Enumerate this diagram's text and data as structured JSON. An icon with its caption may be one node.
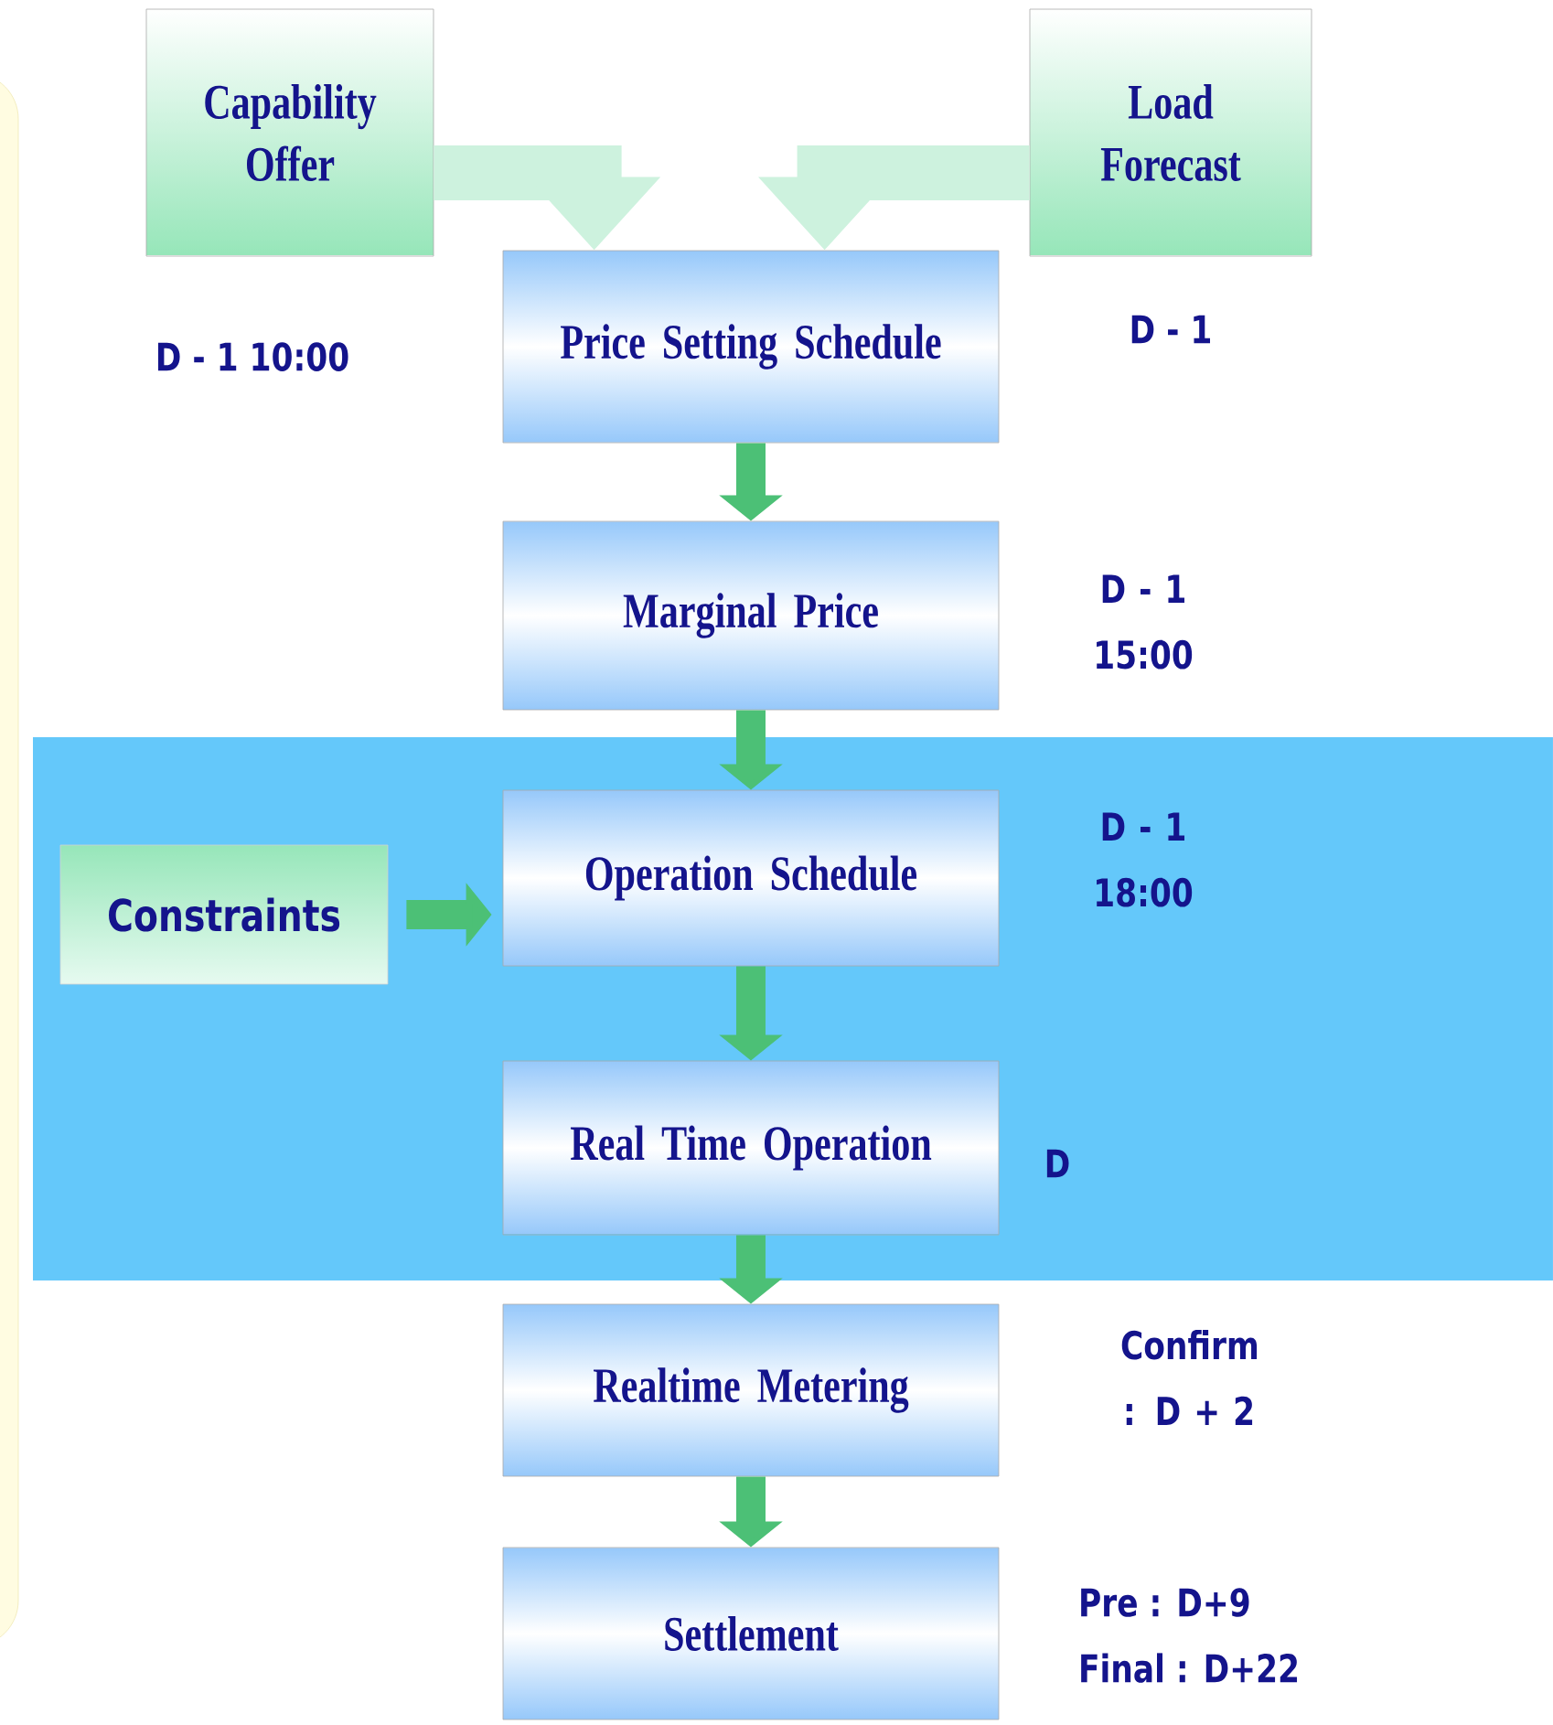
{
  "diagram": {
    "nodes": [
      {
        "text": [
          "Capability Offer"
        ]
      },
      {
        "text": [
          "Load Forecast"
        ]
      },
      {
        "text": [
          "Price Setting Schedule"
        ]
      },
      {
        "text": [
          "Marginal Price"
        ],
        "beside": [
          "D - 1 15:00"
        ]
      },
      {
        "text": [
          "Constraints"
        ]
      },
      {
        "text": [
          "Operation Schedule"
        ],
        "beside": [
          "D - 1 18:00"
        ]
      },
      {
        "text": [
          "Real Time Operation"
        ],
        "beside": [
          "D"
        ]
      },
      {
        "text": [
          "Realtime Metering"
        ],
        "beside": [
          "Confirm : D + 2"
        ]
      },
      {
        "text": [
          "Settlement"
        ],
        "beside": [
          "Pre : D+9",
          "Final : D+22"
        ]
      }
    ],
    "edges": [
      {
        "from": 0,
        "to": 2,
        "arrow": "to",
        "style": "thick",
        "color": "#cdf2de"
      },
      {
        "from": 1,
        "to": 2,
        "arrow": "to",
        "style": "thick",
        "color": "#cdf2de"
      },
      {
        "from": 2,
        "to": 3,
        "arrow": "to"
      },
      {
        "from": 3,
        "to": 5,
        "arrow": "to"
      },
      {
        "from": 4,
        "to": 5,
        "arrow": "to"
      },
      {
        "from": 5,
        "to": 6,
        "arrow": "to"
      },
      {
        "from": 6,
        "to": 7,
        "arrow": "to"
      },
      {
        "from": 7,
        "to": 8,
        "arrow": "to"
      }
    ],
    "labels": [
      "D - 1 10:00",
      "D - 1"
    ]
  }
}
